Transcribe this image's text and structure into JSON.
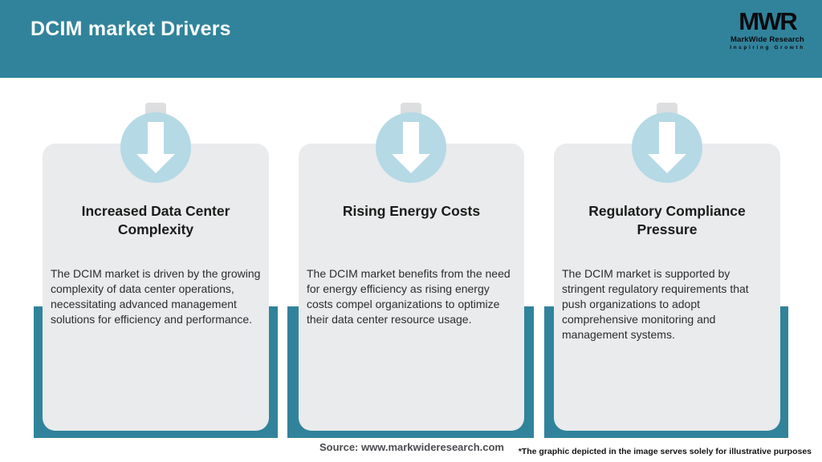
{
  "header": {
    "title": "DCIM market Drivers",
    "logo": {
      "acronym": "MWR",
      "name": "MarkWide Research",
      "tagline": "Inspiring Growth"
    }
  },
  "cards": [
    {
      "title": "Increased Data Center Complexity",
      "description": "The DCIM market is driven by the growing complexity of data center operations, necessitating advanced management solutions for efficiency and performance."
    },
    {
      "title": "Rising Energy Costs",
      "description": "The DCIM market benefits from the need for energy efficiency as rising energy costs compel organizations to optimize their data center resource usage."
    },
    {
      "title": "Regulatory Compliance Pressure",
      "description": "The DCIM market is supported by stringent regulatory requirements that push organizations to adopt comprehensive monitoring and management systems."
    }
  ],
  "footer": {
    "source": "Source: www.markwideresearch.com",
    "disclaimer": "*The graphic depicted in the image serves solely for illustrative purposes"
  },
  "icons": {
    "card_icon": "down-arrow-icon"
  },
  "colors": {
    "header_teal": "#31839b",
    "card_bg": "#e9ebec",
    "badge_blue": "#b5d9e5",
    "arrow_white": "#ffffff",
    "logo_black": "#0b0b10"
  }
}
